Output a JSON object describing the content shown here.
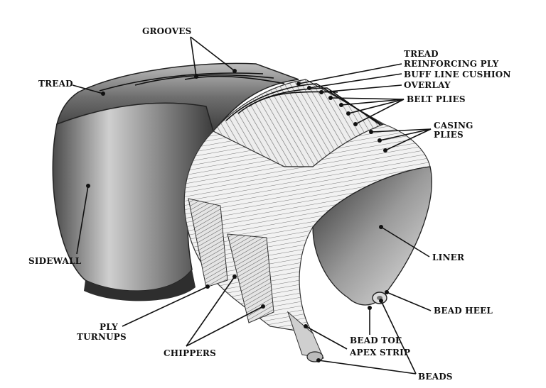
{
  "labels": {
    "grooves": "GROOVES",
    "tread_left": "TREAD",
    "tread_top": "TREAD",
    "reinforcing_ply": "REINFORCING PLY",
    "buff_line_cushion": "BUFF LINE CUSHION",
    "overlay": "OVERLAY",
    "belt_plies": "BELT PLIES",
    "casing_line1": "CASING",
    "casing_line2": "PLIES",
    "sidewall": "SIDEWALL",
    "liner": "LINER",
    "bead_heel": "BEAD HEEL",
    "bead_toe": "BEAD TOE",
    "apex_strip": "APEX STRIP",
    "beads": "BEADS",
    "ply_line1": "PLY",
    "ply_line2": "TURNUPS",
    "chippers": "CHIPPERS"
  },
  "colors": {
    "ink": "#111111",
    "rubber_dark": "#3a3a3a",
    "rubber_mid": "#8a8a8a",
    "rubber_light": "#d9d9d9",
    "ply_light": "#f0f0f0"
  }
}
